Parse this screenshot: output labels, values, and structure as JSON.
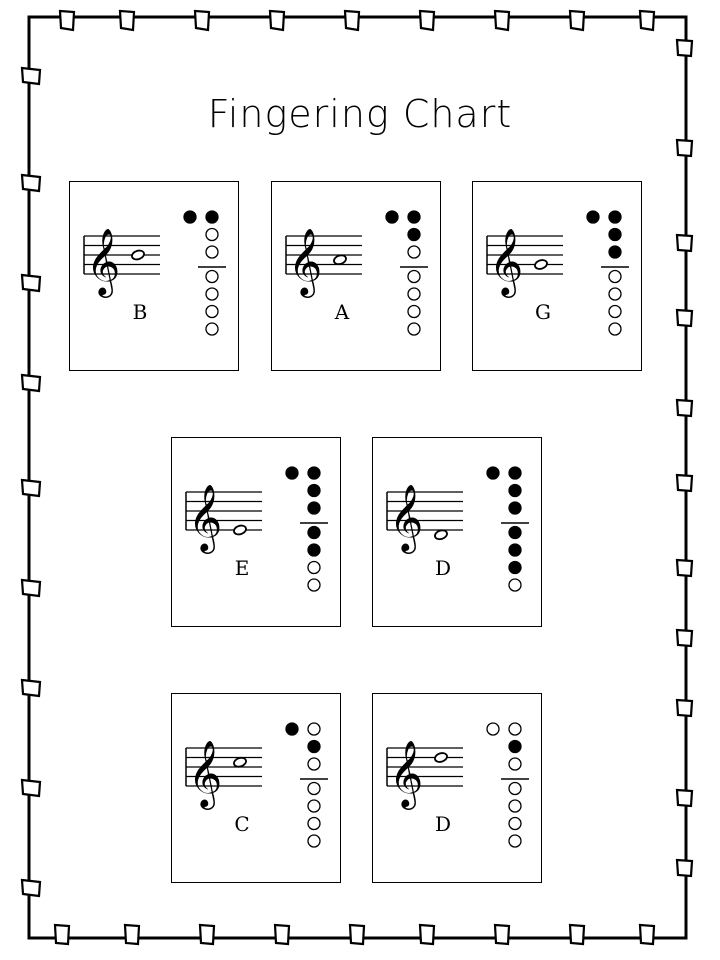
{
  "page": {
    "title": "Fingering Chart"
  },
  "colors": {
    "ink": "#000000",
    "paper": "#ffffff"
  },
  "cards": [
    {
      "note": "B",
      "staff_step": 4,
      "holes": {
        "thumb": true,
        "top": [
          true,
          false,
          false,
          false,
          false,
          false,
          false
        ]
      }
    },
    {
      "note": "A",
      "staff_step": 3,
      "holes": {
        "thumb": true,
        "top": [
          true,
          true,
          false,
          false,
          false,
          false,
          false
        ]
      }
    },
    {
      "note": "G",
      "staff_step": 2,
      "holes": {
        "thumb": true,
        "top": [
          true,
          true,
          true,
          false,
          false,
          false,
          false
        ]
      }
    },
    {
      "note": "E",
      "staff_step": 0,
      "holes": {
        "thumb": true,
        "top": [
          true,
          true,
          true,
          true,
          true,
          false,
          false
        ]
      }
    },
    {
      "note": "D",
      "staff_step": -1,
      "holes": {
        "thumb": true,
        "top": [
          true,
          true,
          true,
          true,
          true,
          true,
          false
        ]
      }
    },
    {
      "note": "C",
      "staff_step": 5,
      "holes": {
        "thumb": true,
        "top": [
          false,
          true,
          false,
          false,
          false,
          false,
          false
        ]
      }
    },
    {
      "note": "D",
      "staff_step": 6,
      "holes": {
        "thumb": false,
        "top": [
          false,
          true,
          false,
          false,
          false,
          false,
          false
        ]
      }
    }
  ]
}
